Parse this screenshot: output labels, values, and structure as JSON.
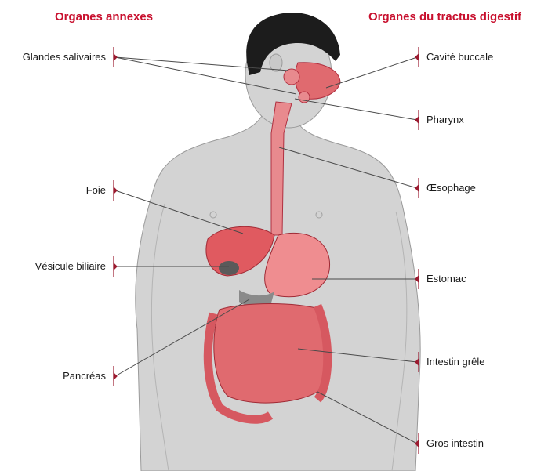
{
  "headings": {
    "accessory": "Organes annexes",
    "digestive_tract": "Organes du tractus digestif"
  },
  "labels_left": {
    "salivary": "Glandes salivaires",
    "liver": "Foie",
    "gallbladder": "Vésicule biliaire",
    "pancreas": "Pancréas"
  },
  "labels_right": {
    "mouth": "Cavité buccale",
    "pharynx": "Pharynx",
    "esophagus": "Œsophage",
    "stomach": "Estomac",
    "small_intestine": "Intestin grêle",
    "large_intestine": "Gros intestin"
  },
  "colors": {
    "heading": "#c8102e",
    "marker": "#9b1b30",
    "body": "#d3d3d3",
    "organ": "#e06a6f",
    "hair": "#1c1c1c",
    "leader_line": "#4a4a4a"
  }
}
